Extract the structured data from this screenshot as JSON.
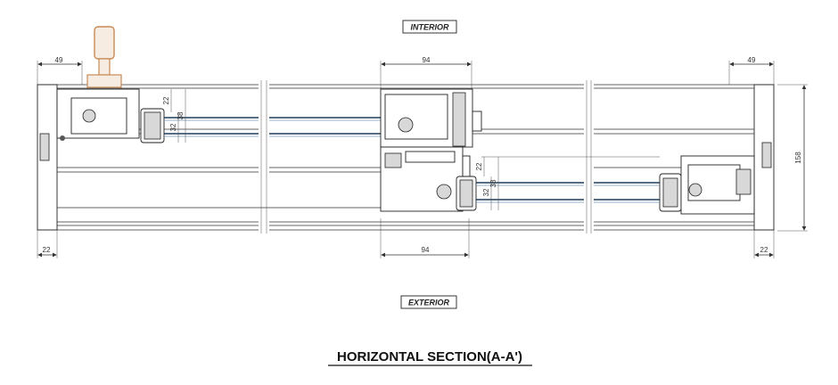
{
  "labels": {
    "interior": "INTERIOR",
    "exterior": "EXTERIOR",
    "title": "HORIZONTAL SECTION(A-A')"
  },
  "dimensions": {
    "top_left": "49",
    "top_middle": "94",
    "top_right": "49",
    "bottom_left": "22",
    "bottom_middle": "94",
    "bottom_right": "22",
    "overall_height": "158",
    "left_glass_22": "22",
    "left_glass_32": "32",
    "left_glass_38": "38",
    "right_glass_22": "22",
    "right_glass_32": "32",
    "right_glass_38": "38"
  },
  "colors": {
    "handle": "#c98a55",
    "handle_fill": "#f6ece2",
    "glass": "#1e3d5a",
    "line": "#333333"
  }
}
